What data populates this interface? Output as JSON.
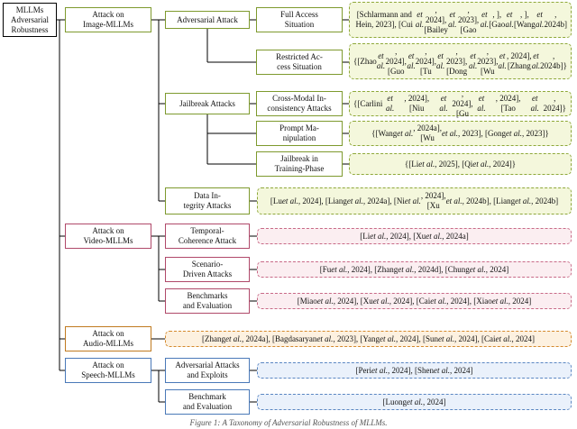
{
  "root": "MLLMs\nAdversarial\nRobustness",
  "categories": [
    {
      "key": "image",
      "label": "Attack on\nImage-MLLMs",
      "subs": [
        {
          "label": "Adversarial Attack",
          "subsubs": [
            {
              "label": "Full Access\nSituation",
              "refs": "[Schlarmann and Hein, 2023], [Cui et al., 2024],\n[Bailey et al., 2023], [Gao et al., ],\n[Gao et al., ], [Wang et al., 2024b]"
            },
            {
              "label": "Restricted Ac-\ncess Situation",
              "refs": "{[Zhao et al., 2024], [Guo et al., 2024],\n[Tu et al., 2023], [Dong et al., 2023],\n[Wu et al., 2024], [Zhang et al., 2024b]}"
            }
          ]
        },
        {
          "label": "Jailbreak Attacks",
          "subsubs": [
            {
              "label": "Cross-Modal In-\nconsistency Attacks",
              "refs": "{[Carlini et al., 2024], [Niu et al., 2024],\n[Gu et al., 2024], [Tao et al., 2024]}"
            },
            {
              "label": "Prompt Ma-\nnipulation",
              "refs": "{[Wang et al., 2024a],\n[Wu et al., 2023], [Gong et al., 2023]}"
            },
            {
              "label": "Jailbreak in\nTraining-Phase",
              "refs": "{[Li et al., 2025], [Qi et al., 2024]}"
            }
          ]
        },
        {
          "label": "Data In-\ntegrity Attacks",
          "refs": "[Lu et al., 2024], [Liang et al., 2024a], [Ni et al., 2024],\n[Xu et al., 2024b], [Liang et al., 2024b]"
        }
      ]
    },
    {
      "key": "video",
      "label": "Attack on\nVideo-MLLMs",
      "subs": [
        {
          "label": "Temporal-\nCoherence Attack",
          "refs": "[Li et al., 2024], [Xu et al., 2024a]"
        },
        {
          "label": "Scenario-\nDriven Attacks",
          "refs": "[Fu et al., 2024], [Zhang et al., 2024d], [Chung et al., 2024]"
        },
        {
          "label": "Benchmarks\nand Evaluation",
          "refs": "[Miao et al., 2024], [Xu et al., 2024], [Cai et al., 2024], [Xiao et al., 2024]"
        }
      ]
    },
    {
      "key": "audio",
      "label": "Attack on\nAudio-MLLMs",
      "refs": "[Zhang et al., 2024a], [Bagdasaryan et al., 2023], [Yang et al., 2024], [Sun et al., 2024], [Cai et al., 2024]"
    },
    {
      "key": "speech",
      "label": "Attack on\nSpeech-MLLMs",
      "subs": [
        {
          "label": "Adversarial Attacks\nand Exploits",
          "refs": "[Peri et al., 2024], [Shen et al., 2024]"
        },
        {
          "label": "Benchmark\nand Evaluation",
          "refs": "[Luong et al., 2024]"
        }
      ]
    }
  ],
  "caption": "Figure 1: A Taxonomy of Adversarial Robustness of MLLMs.",
  "colors": {
    "image": "#8ea83a",
    "video": "#c86a87",
    "audio": "#d48a2e",
    "speech": "#5a86c2",
    "line": "#000000"
  }
}
